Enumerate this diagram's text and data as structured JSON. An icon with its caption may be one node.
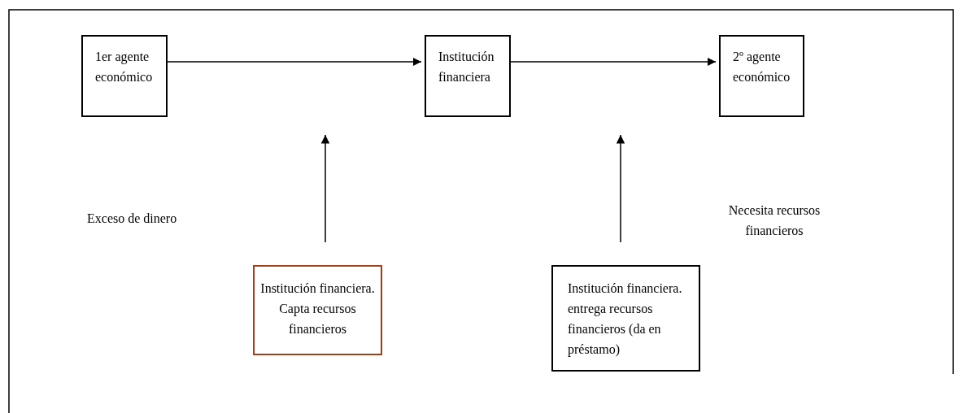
{
  "diagram": {
    "nodes": [
      {
        "text": [
          "1er agente económico"
        ]
      },
      {
        "text": [
          "Institución financiera"
        ]
      },
      {
        "text": [
          "2º agente económico"
        ]
      },
      {
        "text": [
          "Institución financiera. Capta recursos financieros"
        ]
      },
      {
        "text": [
          "Institución financiera. entrega  recursos financieros (da en préstamo)"
        ]
      }
    ],
    "edges": [
      {
        "from": 0,
        "to": 1,
        "arrow": "to"
      },
      {
        "from": 1,
        "to": 2,
        "arrow": "to"
      },
      {
        "from": 3,
        "to": null,
        "arrow": "to"
      },
      {
        "from": 4,
        "to": null,
        "arrow": "to"
      }
    ],
    "labels": [
      "Exceso de dinero",
      "Necesita recursos financieros"
    ]
  }
}
